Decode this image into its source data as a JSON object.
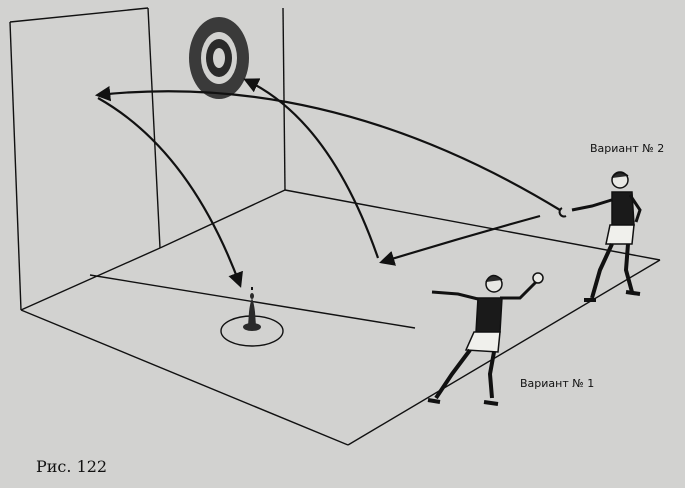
{
  "figure": {
    "caption": "Рис. 122",
    "labels": {
      "variant_2": "Вариант № 2",
      "variant_1": "Вариант № 1"
    }
  },
  "colors": {
    "paper": "#d2d2d0",
    "ink": "#111111",
    "target_ring": "#3a3a3a",
    "skin": "#e8e8e4"
  }
}
